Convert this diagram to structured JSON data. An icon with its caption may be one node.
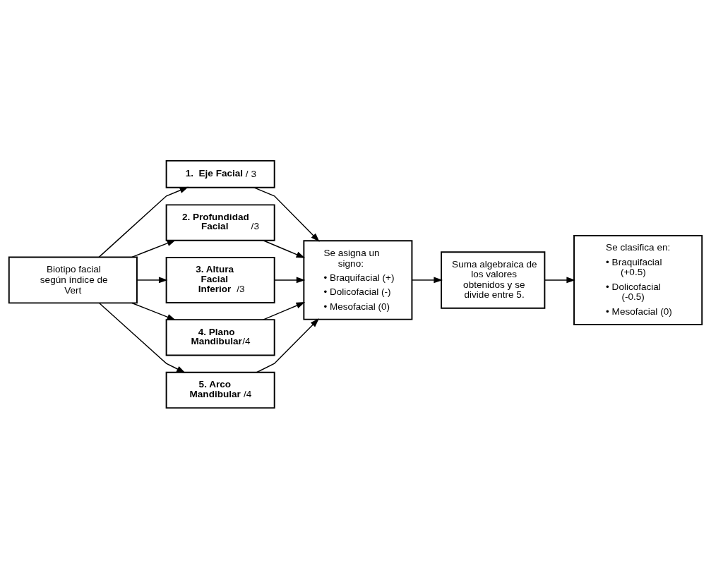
{
  "diagram": {
    "nodes": [
      {
        "text": [
          "Biotipo facial según índice de Vert"
        ]
      },
      {
        "text": [
          "**1.  Eje Facial** / 3"
        ]
      },
      {
        "text": [
          "**2. Profundidad Facial** /3"
        ]
      },
      {
        "text": [
          "**3. Altura Facial Inferior** /3"
        ]
      },
      {
        "text": [
          "**4. Plano Mandibular**/4"
        ]
      },
      {
        "text": [
          "**5. Arco Mandibular** /4"
        ]
      },
      {
        "text": [
          "Se asigna un signo:",
          "• Braquifacial (+)",
          "• Dolicofacial (-)",
          "• Mesofacial (0)"
        ]
      },
      {
        "text": [
          "Suma algebraica de los valores obtenidos y se divide entre 5."
        ]
      },
      {
        "text": [
          "Se clasifica en:",
          "• Braquifacial (+0.5)",
          "• Dolicofacial (-0.5)",
          "• Mesofacial (0)"
        ]
      }
    ],
    "edges": [
      {
        "from": 0,
        "to": 1,
        "arrow": "to"
      },
      {
        "from": 0,
        "to": 2,
        "arrow": "to"
      },
      {
        "from": 0,
        "to": 3,
        "arrow": "to"
      },
      {
        "from": 0,
        "to": 4,
        "arrow": "to"
      },
      {
        "from": 0,
        "to": 5,
        "arrow": "to"
      },
      {
        "from": 1,
        "to": 6,
        "arrow": "to"
      },
      {
        "from": 2,
        "to": 6,
        "arrow": "to"
      },
      {
        "from": 3,
        "to": 6,
        "arrow": "to"
      },
      {
        "from": 4,
        "to": 6,
        "arrow": "to"
      },
      {
        "from": 5,
        "to": 6,
        "arrow": "to"
      },
      {
        "from": 6,
        "to": 7,
        "arrow": "to"
      },
      {
        "from": 7,
        "to": 8,
        "arrow": "to"
      }
    ]
  }
}
